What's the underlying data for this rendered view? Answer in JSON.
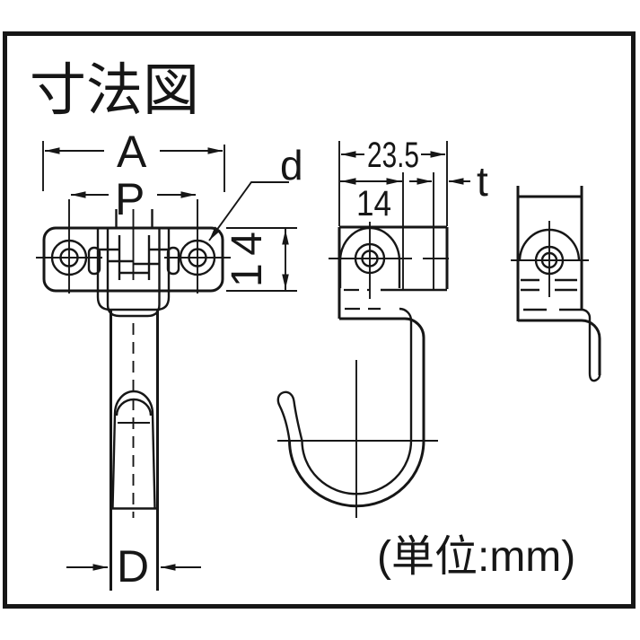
{
  "title": "寸法図",
  "unit_note": "(単位:mm)",
  "colors": {
    "line": "#161616",
    "background": "#ffffff"
  },
  "dimensions": {
    "front": {
      "width": "A",
      "hole_pitch": "P",
      "hole_diameter": "d",
      "plate_height": "14",
      "hook_width": "D"
    },
    "side": {
      "depth": "23.5",
      "hole_offset": "14",
      "thickness": "t"
    }
  }
}
